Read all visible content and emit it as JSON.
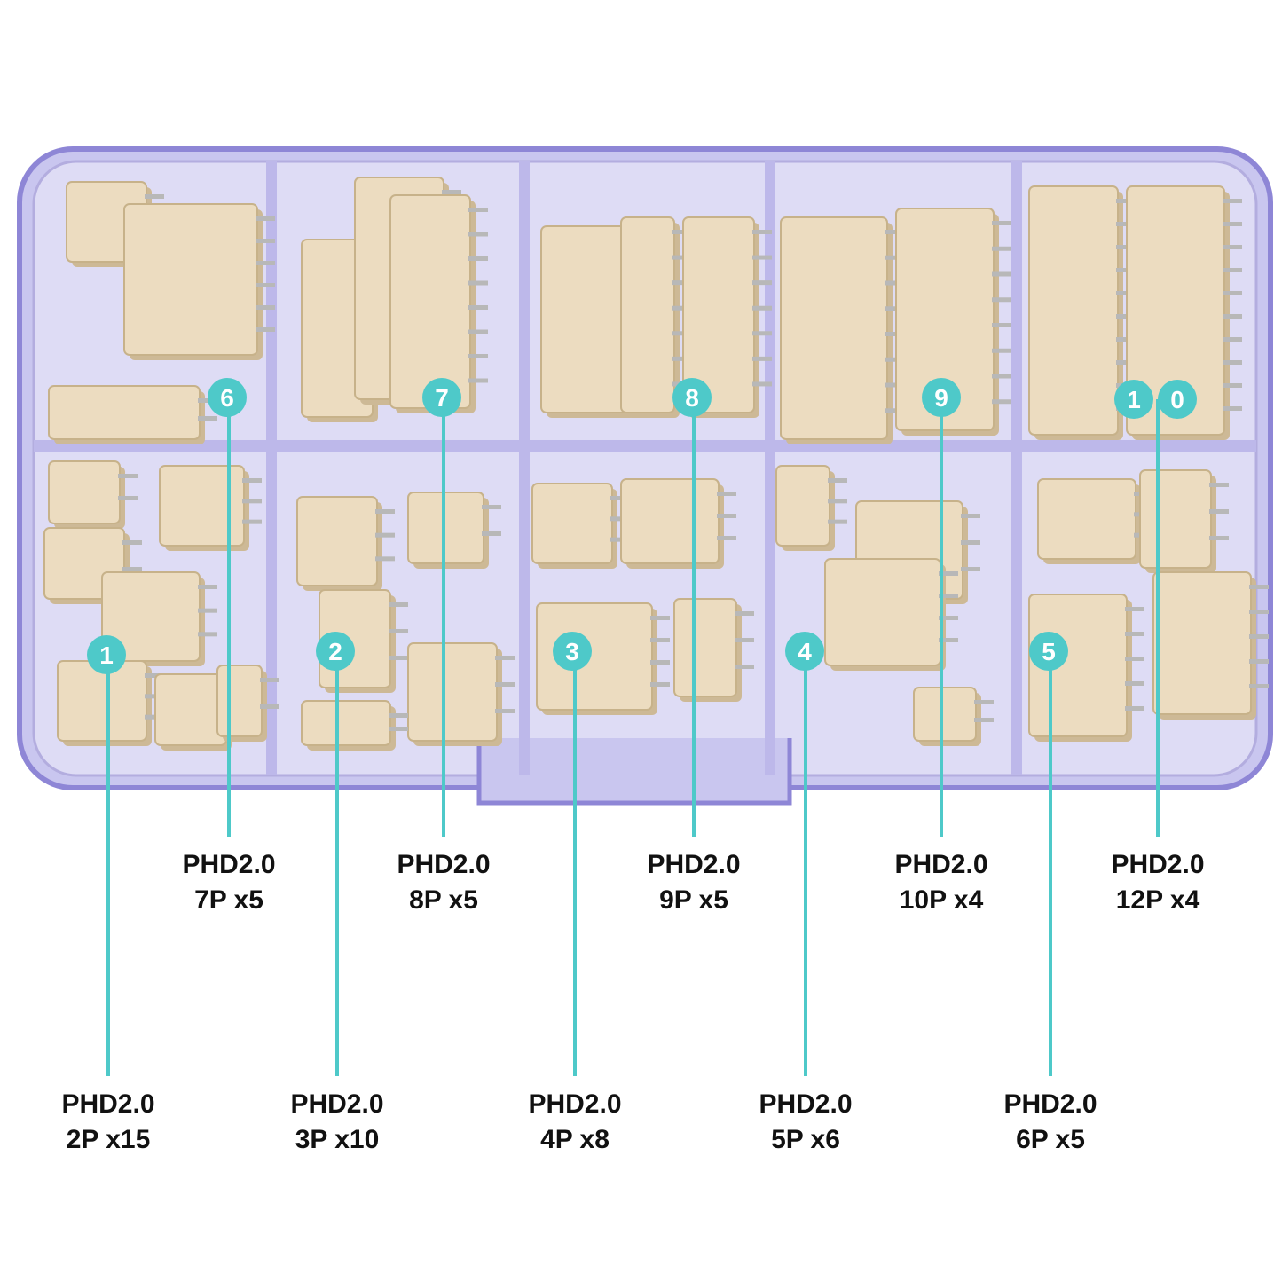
{
  "colors": {
    "accent": "#4ec9c9",
    "box_tint": "#c9c6ef",
    "box_edge": "#8e86d6",
    "connector": "#ecdcc0",
    "connector_shadow": "#cdb996",
    "pin": "#b8b8b8",
    "text": "#111111"
  },
  "callouts": [
    {
      "number": "1",
      "series": "PHD2.0",
      "spec": "2P x15"
    },
    {
      "number": "2",
      "series": "PHD2.0",
      "spec": "3P x10"
    },
    {
      "number": "3",
      "series": "PHD2.0",
      "spec": "4P x8"
    },
    {
      "number": "4",
      "series": "PHD2.0",
      "spec": "5P x6"
    },
    {
      "number": "5",
      "series": "PHD2.0",
      "spec": "6P x5"
    },
    {
      "number": "6",
      "series": "PHD2.0",
      "spec": "7P x5"
    },
    {
      "number": "7",
      "series": "PHD2.0",
      "spec": "8P x5"
    },
    {
      "number": "8",
      "series": "PHD2.0",
      "spec": "9P x5"
    },
    {
      "number": "9",
      "series": "PHD2.0",
      "spec": "10P x4"
    },
    {
      "number": "10",
      "number_digits": [
        "1",
        "0"
      ],
      "series": "PHD2.0",
      "spec": "12P x4"
    }
  ]
}
